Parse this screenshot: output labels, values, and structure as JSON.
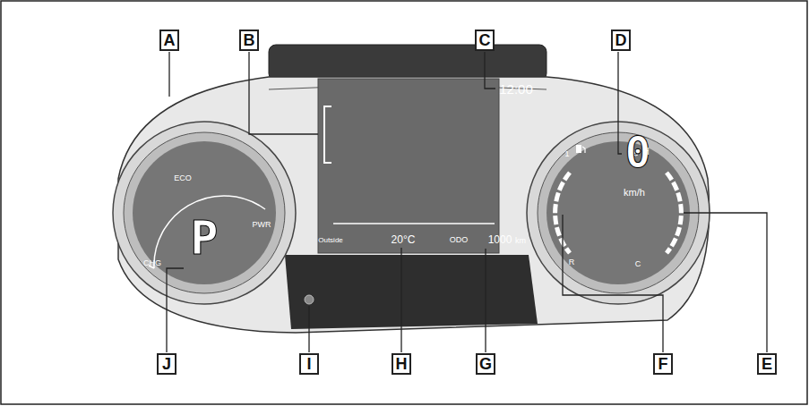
{
  "diagram": {
    "labels": [
      "A",
      "B",
      "C",
      "D",
      "E",
      "F",
      "G",
      "H",
      "I",
      "J",
      "ECO",
      "PWR",
      "CHG",
      "P",
      "12:00",
      "0",
      "km/h",
      "1",
      "H",
      "R",
      "C",
      "Outside",
      "20°C",
      "ODO",
      "1000",
      "km"
    ]
  }
}
